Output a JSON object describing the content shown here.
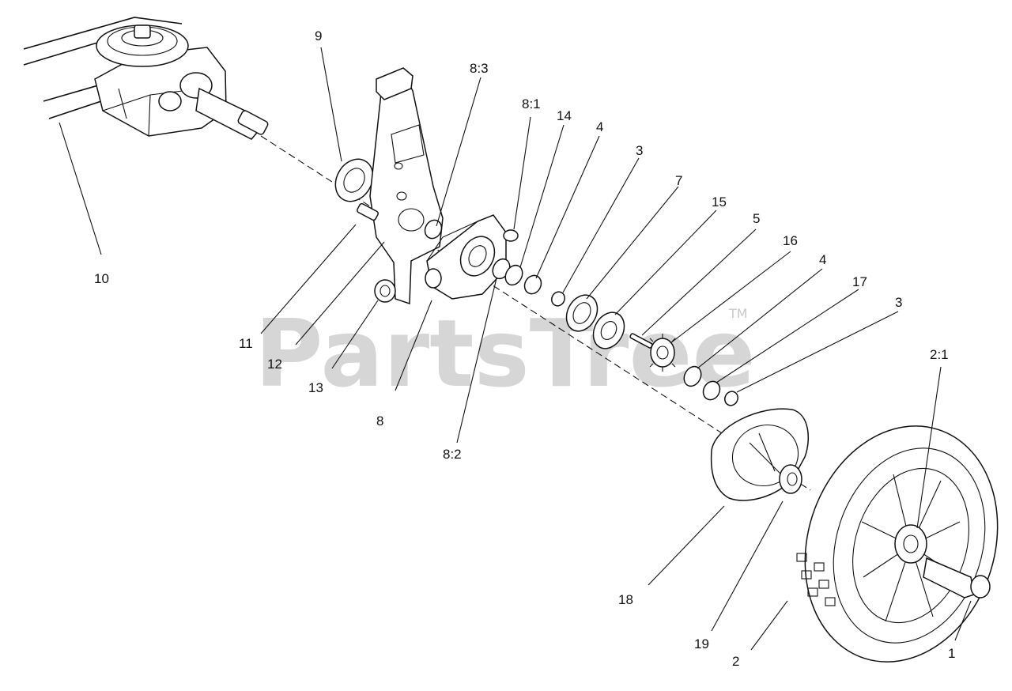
{
  "watermark": {
    "text": "PartsTree",
    "trademark": "TM",
    "color": "#c9c9c9"
  },
  "callouts": {
    "c10": "10",
    "c9": "9",
    "c8_3": "8:3",
    "c8_1": "8:1",
    "c14": "14",
    "c4a": "4",
    "c3a": "3",
    "c7": "7",
    "c15": "15",
    "c5": "5",
    "c16": "16",
    "c4b": "4",
    "c17": "17",
    "c3b": "3",
    "c2_1": "2:1",
    "c11": "11",
    "c12": "12",
    "c13": "13",
    "c8": "8",
    "c8_2": "8:2",
    "c18": "18",
    "c19": "19",
    "c2": "2",
    "c1": "1"
  },
  "icons": {
    "gearbox": "gearbox-pulley-icon",
    "wheel": "wheel-icon"
  }
}
